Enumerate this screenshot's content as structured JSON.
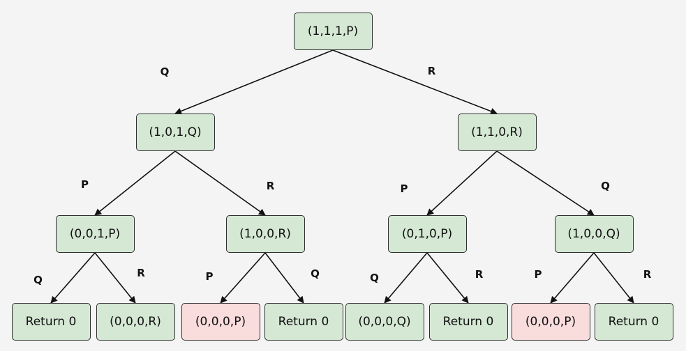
{
  "nodes": [
    {
      "id": "root",
      "label": "(1,1,1,P)",
      "fill": "#d5e8d4"
    },
    {
      "id": "l1",
      "label": "(1,0,1,Q)",
      "fill": "#d5e8d4"
    },
    {
      "id": "r1",
      "label": "(1,1,0,R)",
      "fill": "#d5e8d4"
    },
    {
      "id": "ll",
      "label": "(0,0,1,P)",
      "fill": "#d5e8d4"
    },
    {
      "id": "lr",
      "label": "(1,0,0,R)",
      "fill": "#d5e8d4"
    },
    {
      "id": "rl",
      "label": "(0,1,0,P)",
      "fill": "#d5e8d4"
    },
    {
      "id": "rr",
      "label": "(1,0,0,Q)",
      "fill": "#d5e8d4"
    },
    {
      "id": "leaf1",
      "label": "Return 0",
      "fill": "#d5e8d4"
    },
    {
      "id": "leaf2",
      "label": "(0,0,0,R)",
      "fill": "#d5e8d4"
    },
    {
      "id": "leaf3",
      "label": "(0,0,0,P)",
      "fill": "#f9dcdc"
    },
    {
      "id": "leaf4",
      "label": "Return 0",
      "fill": "#d5e8d4"
    },
    {
      "id": "leaf5",
      "label": "(0,0,0,Q)",
      "fill": "#d5e8d4"
    },
    {
      "id": "leaf6",
      "label": "Return 0",
      "fill": "#d5e8d4"
    },
    {
      "id": "leaf7",
      "label": "(0,0,0,P)",
      "fill": "#f9dcdc"
    },
    {
      "id": "leaf8",
      "label": "Return 0",
      "fill": "#d5e8d4"
    }
  ],
  "edges": [
    {
      "from": "root",
      "to": "l1",
      "label": "Q"
    },
    {
      "from": "root",
      "to": "r1",
      "label": "R"
    },
    {
      "from": "l1",
      "to": "ll",
      "label": "P"
    },
    {
      "from": "l1",
      "to": "lr",
      "label": "R"
    },
    {
      "from": "r1",
      "to": "rl",
      "label": "P"
    },
    {
      "from": "r1",
      "to": "rr",
      "label": "Q"
    },
    {
      "from": "ll",
      "to": "leaf1",
      "label": "Q"
    },
    {
      "from": "ll",
      "to": "leaf2",
      "label": "R"
    },
    {
      "from": "lr",
      "to": "leaf3",
      "label": "P"
    },
    {
      "from": "lr",
      "to": "leaf4",
      "label": "Q"
    },
    {
      "from": "rl",
      "to": "leaf5",
      "label": "Q"
    },
    {
      "from": "rl",
      "to": "leaf6",
      "label": "R"
    },
    {
      "from": "rr",
      "to": "leaf7",
      "label": "P"
    },
    {
      "from": "rr",
      "to": "leaf8",
      "label": "R"
    }
  ]
}
